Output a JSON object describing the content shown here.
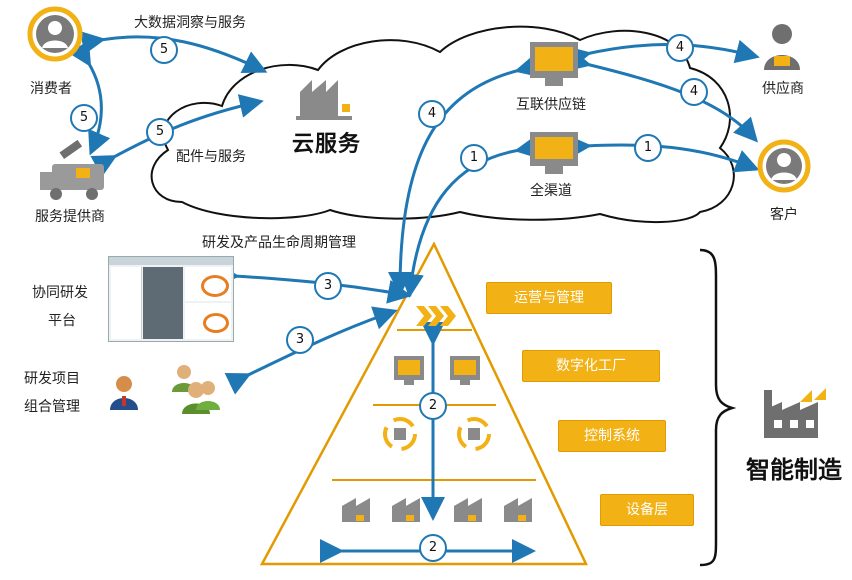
{
  "labels": {
    "consumer": "消费者",
    "service_provider": "服务提供商",
    "supplier": "供应商",
    "customer": "客户",
    "big_data": "大数据洞察与服务",
    "parts_service": "配件与服务",
    "cloud_service": "云服务",
    "internet_supply_chain": "互联供应链",
    "omni_channel": "全渠道",
    "rd_plm": "研发及产品生命周期管理",
    "collab_rd_line1": "协同研发",
    "collab_rd_line2": "平台",
    "rd_portfolio_line1": "研发项目",
    "rd_portfolio_line2": "组合管理",
    "smart_manufacturing": "智能制造"
  },
  "tiers": {
    "operations": "运营与管理",
    "digital_factory": "数字化工厂",
    "control_system": "控制系统",
    "equipment": "设备层"
  },
  "badges": {
    "b5_top": "5",
    "b5_left": "5",
    "b5_cloud": "5",
    "b4_supplier": "4",
    "b4_right": "4",
    "b4_cloud": "4",
    "b1_customer": "1",
    "b1_omni": "1",
    "b3_top": "3",
    "b3_bottom": "3",
    "b2_mid": "2",
    "b2_bottom": "2"
  },
  "colors": {
    "arrow": "#1f78b4",
    "accent": "#f2b114",
    "icon_gray": "#8a8a8a"
  }
}
